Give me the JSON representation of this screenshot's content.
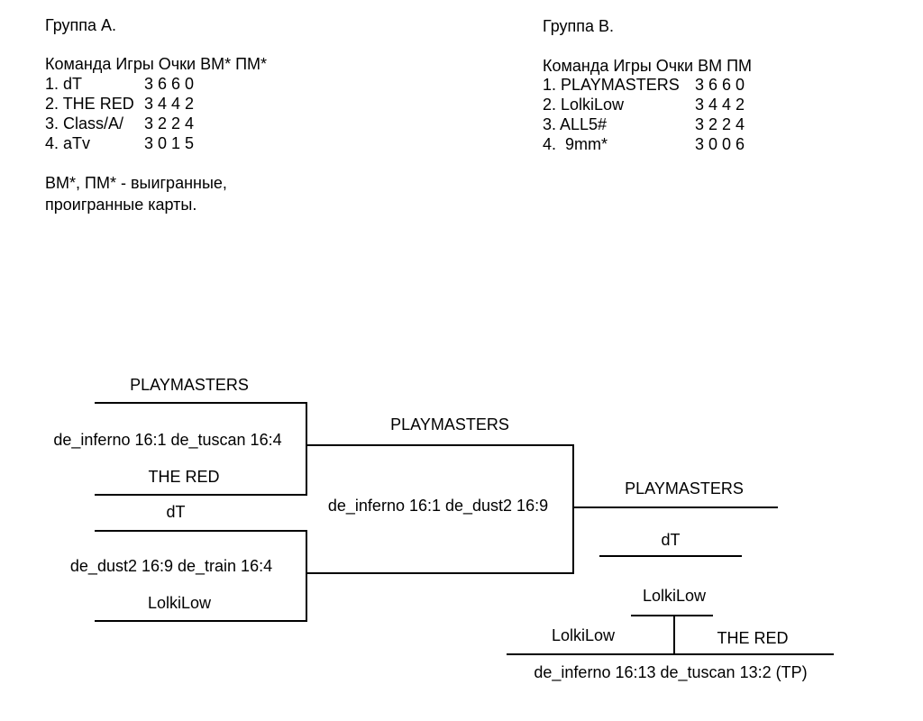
{
  "colors": {
    "background": "#ffffff",
    "text": "#000000",
    "line": "#000000"
  },
  "groups": {
    "a": {
      "title": "Группа А.",
      "header": "Команда Игры Очки ВМ* ПМ*",
      "rows": [
        {
          "name": "1. dT",
          "stats": "3 6 6 0"
        },
        {
          "name": "2. THE RED",
          "stats": "3 4 4 2"
        },
        {
          "name": "3. Class/A/",
          "stats": "3 2 2 4"
        },
        {
          "name": "4. aTv",
          "stats": "3 0 1 5"
        }
      ],
      "footnote": [
        "ВМ*, ПМ* - выигранные,",
        "проигранные карты."
      ]
    },
    "b": {
      "title": "Группа В.",
      "header": "Команда Игры Очки ВМ ПМ",
      "rows": [
        {
          "name": "1. PLAYMASTERS",
          "stats": "3 6 6 0"
        },
        {
          "name": "2. LolkiLow",
          "stats": "3 4 4 2"
        },
        {
          "name": "3. ALL5#",
          "stats": "3 2 2 4"
        },
        {
          "name": "4.  9mm*",
          "stats": "3 0 0 6"
        }
      ]
    }
  },
  "bracket": {
    "semifinal1": {
      "team_top": "PLAYMASTERS",
      "maps": "de_inferno 16:1 de_tuscan 16:4",
      "team_bottom": "THE RED"
    },
    "semifinal2": {
      "team_top": "dT",
      "maps": "de_dust2 16:9 de_train 16:4",
      "team_bottom": "LolkiLow"
    },
    "final": {
      "finalist": "PLAYMASTERS",
      "maps": "de_inferno 16:1 de_dust2 16:9"
    },
    "champion": "PLAYMASTERS",
    "runner_up": "dT",
    "third_place": {
      "winner": "LolkiLow",
      "team_left": "LolkiLow",
      "team_right": "THE RED",
      "maps": "de_inferno 16:13 de_tuscan 13:2 (TP)"
    }
  }
}
